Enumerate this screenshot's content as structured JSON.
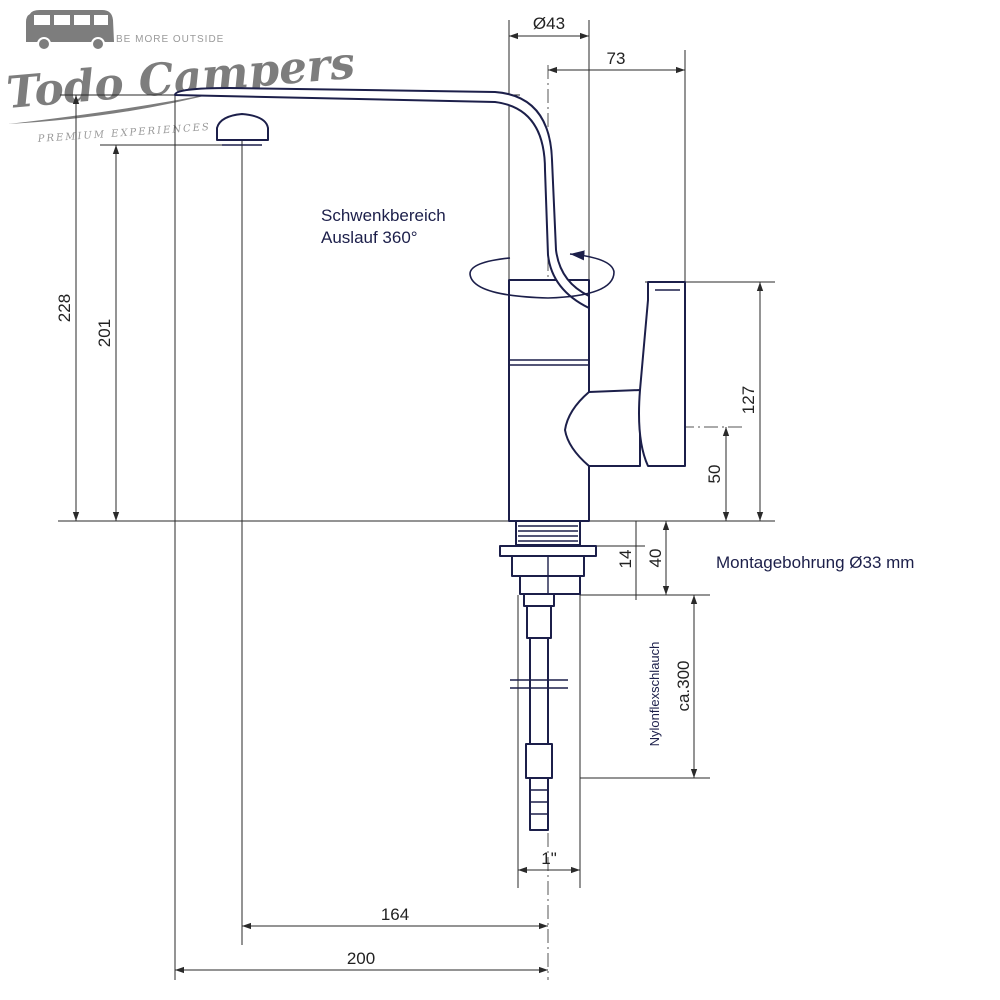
{
  "logo": {
    "brand": "Todo Campers",
    "tagline_top": "BE MORE OUTSIDE",
    "tagline_bottom": "PREMIUM EXPERIENCES"
  },
  "annotations": {
    "swivel_line1": "Schwenkbereich",
    "swivel_line2": "Auslauf 360°",
    "mounting_hole": "Montagebohrung Ø33 mm",
    "hose_label": "Nylonflexschlauch"
  },
  "dimensions": {
    "diameter_body": "Ø43",
    "spout_offset": "73",
    "total_height": "228",
    "outlet_height": "201",
    "handle_height": "127",
    "handle_axis_height": "50",
    "thread_length": "14",
    "shank_length": "40",
    "hose_length": "ca.300",
    "thread_size": "1\"",
    "spout_reach_outlet": "164",
    "spout_reach_total": "200"
  },
  "colors": {
    "line": "#1c1f4a",
    "dimension": "#2a2a2a",
    "logo": "#7d7d7d"
  }
}
